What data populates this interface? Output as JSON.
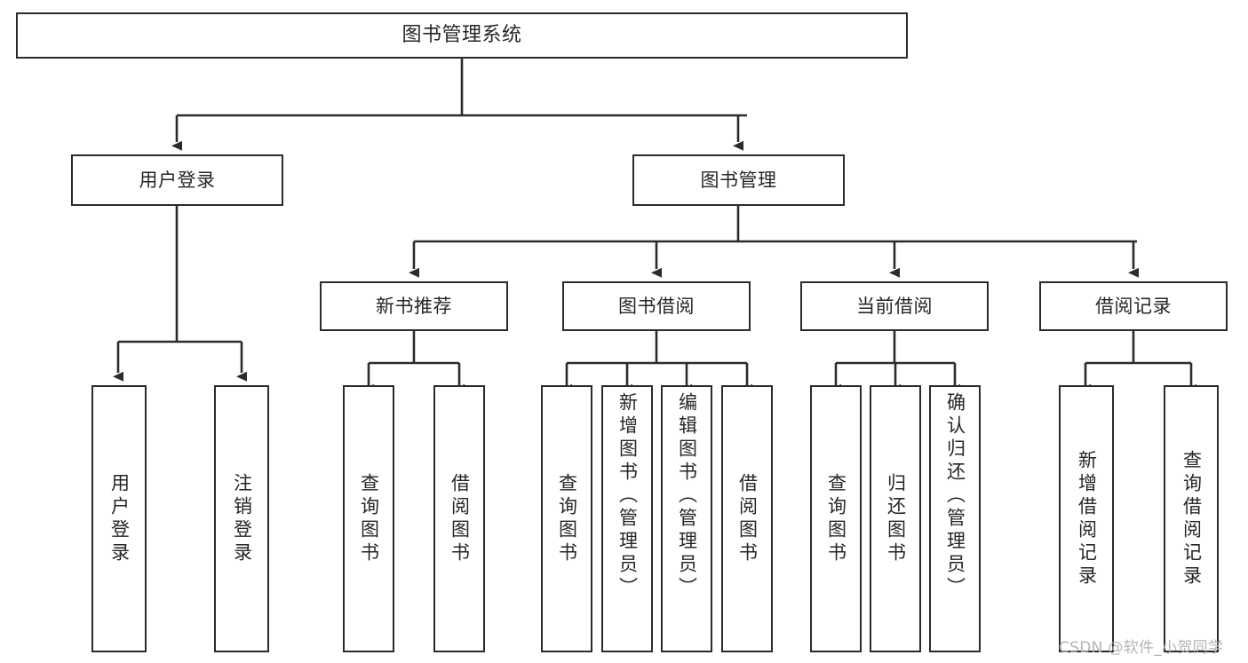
{
  "diagram": {
    "title": "图书管理系统",
    "type": "hierarchy-tree",
    "background_color": "#ffffff",
    "border_color": "#2b2b2b",
    "text_color": "#262626",
    "connector_color": "#2b2b2b"
  },
  "nodes": {
    "root": {
      "label": "图书管理系统"
    },
    "level1": [
      {
        "label": "用户登录"
      },
      {
        "label": "图书管理"
      }
    ],
    "level2": [
      {
        "label": "新书推荐"
      },
      {
        "label": "图书借阅"
      },
      {
        "label": "当前借阅"
      },
      {
        "label": "借阅记录"
      }
    ],
    "leaves": {
      "user_login": [
        {
          "label": "用户登录"
        },
        {
          "label": "注销登录"
        }
      ],
      "new_book_recommend": [
        {
          "label": "查询图书"
        },
        {
          "label": "借阅图书"
        }
      ],
      "book_borrow": [
        {
          "label": "查询图书"
        },
        {
          "label": "新增图书（管理员）"
        },
        {
          "label": "编辑图书（管理员）"
        },
        {
          "label": "借阅图书"
        }
      ],
      "current_borrow": [
        {
          "label": "查询图书"
        },
        {
          "label": "归还图书"
        },
        {
          "label": "确认归还（管理员）"
        }
      ],
      "borrow_record": [
        {
          "label": "新增借阅记录"
        },
        {
          "label": "查询借阅记录"
        }
      ]
    }
  },
  "watermark": {
    "text": "CSDN @软件_小贺同学"
  }
}
